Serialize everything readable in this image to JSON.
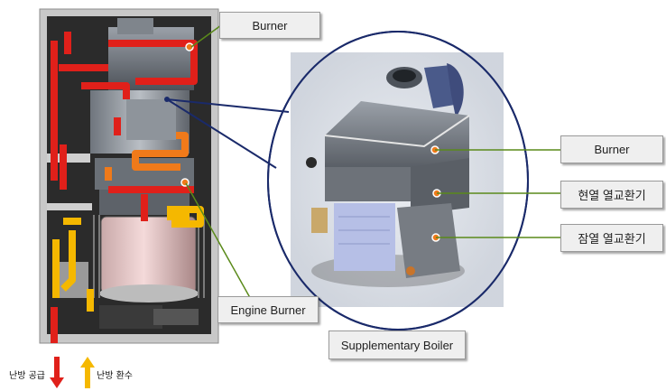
{
  "labels": {
    "burner_top": "Burner",
    "engine_burner": "Engine Burner",
    "supplementary_boiler": "Supplementary Boiler",
    "burner_right": "Burner",
    "sensible_heat_exchanger": "현열 열교환기",
    "latent_heat_exchanger": "잠열 열교환기"
  },
  "legend": {
    "supply": "난방 공급",
    "return": "난방 환수"
  },
  "colors": {
    "supply_arrow": "#e0201a",
    "return_arrow": "#f5b800",
    "hot_pipe": "#f07a1a",
    "leader_line": "#5a8a1a",
    "zoom_line": "#1a2a6a"
  }
}
